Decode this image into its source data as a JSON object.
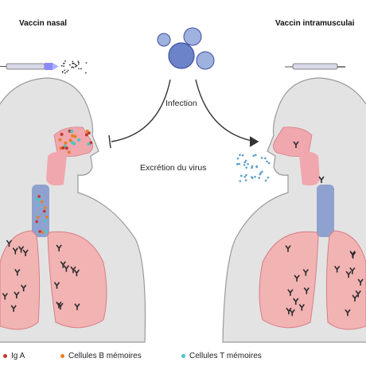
{
  "titles": {
    "left": "Vaccin nasal",
    "right": "Vaccin intramusculai"
  },
  "labels": {
    "infection": "Infection",
    "shedding": "Excrétion du virus"
  },
  "legend": {
    "items": [
      {
        "label": "Ig A",
        "color": "#c0392b"
      },
      {
        "label": "Cellules B mémoires",
        "color": "#e67e22"
      },
      {
        "label": "Cellules T mémoires",
        "color": "#4cc6c6"
      }
    ]
  },
  "colors": {
    "body": "#e3e3e3",
    "body_outline": "#9a9a9a",
    "airway_pink": "#f0a7ad",
    "airway_blue": "#8fa2cf",
    "lung": "#f2b3b3",
    "lung_outline": "#d77d86",
    "virus": "#3d4f9e",
    "antibody": "#2b2b2b"
  }
}
